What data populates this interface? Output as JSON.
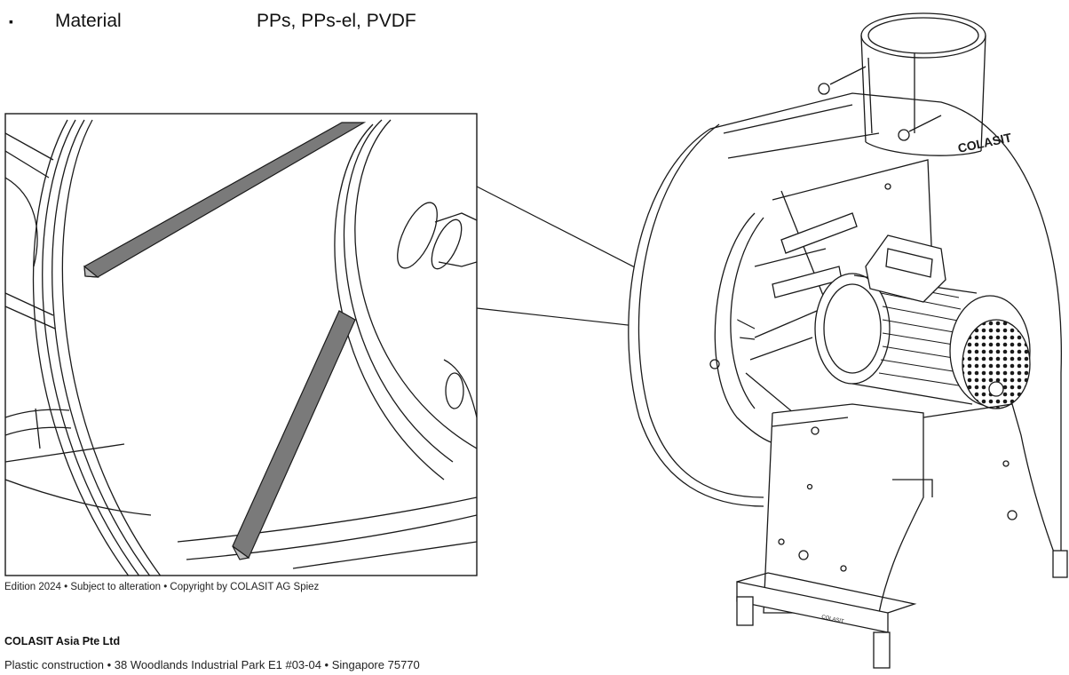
{
  "spec": {
    "bullet": "▪",
    "label": "Material",
    "value": "PPs, PPs-el, PVDF"
  },
  "drawing": {
    "logo_text": "COLASIT",
    "base_text": "COLASIT"
  },
  "footer": {
    "edition_note": "Edition 2024 • Subject to alteration • Copyright by COLASIT AG Spiez",
    "company": "COLASIT Asia Pte Ltd",
    "address": "Plastic construction • 38 Woodlands Industrial Park E1 #03-04 • Singapore 75770"
  },
  "colors": {
    "line": "#1a1a1a",
    "blade": "#7a7a7a",
    "background": "#ffffff"
  }
}
